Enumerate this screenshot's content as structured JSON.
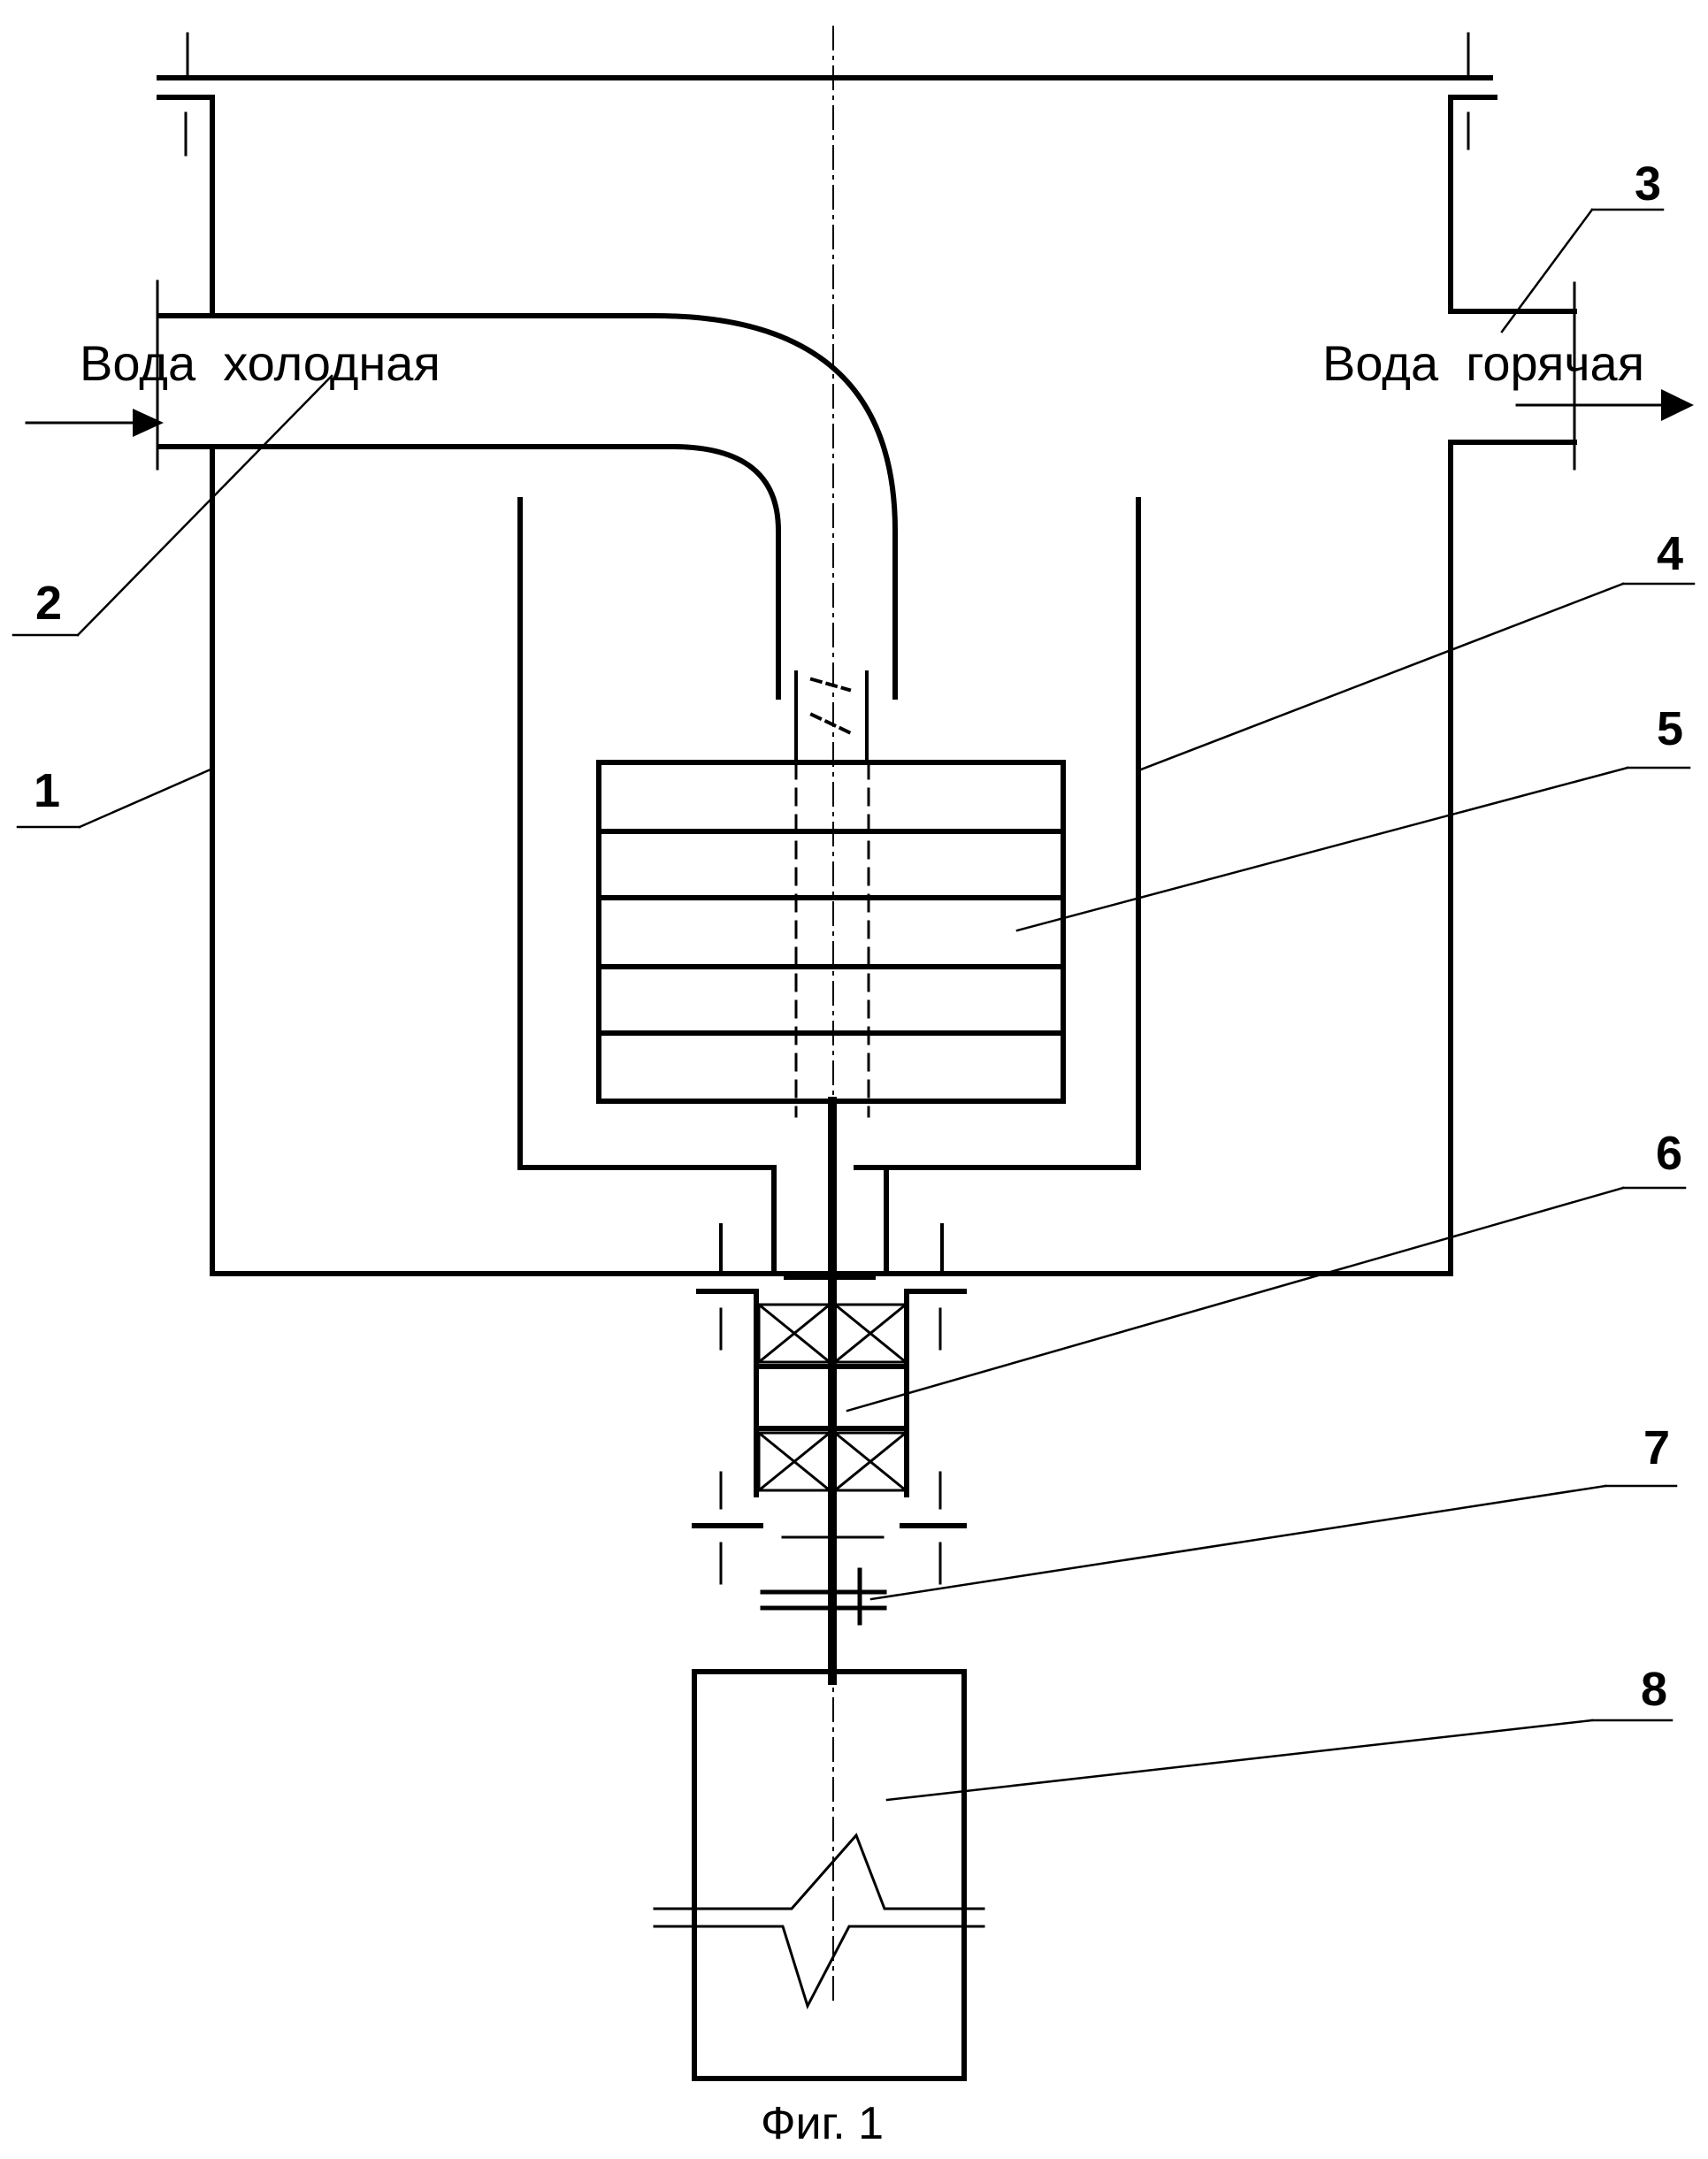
{
  "labels": {
    "cold_water": "Вода  холодная",
    "hot_water": "Вода  горячая",
    "figure_caption": "Фиг. 1"
  },
  "callouts": [
    {
      "id": "1",
      "text": "1"
    },
    {
      "id": "2",
      "text": "2"
    },
    {
      "id": "3",
      "text": "3"
    },
    {
      "id": "4",
      "text": "4"
    },
    {
      "id": "5",
      "text": "5"
    },
    {
      "id": "6",
      "text": "6"
    },
    {
      "id": "7",
      "text": "7"
    },
    {
      "id": "8",
      "text": "8"
    }
  ],
  "colors": {
    "line": "#000000",
    "background": "#ffffff"
  }
}
